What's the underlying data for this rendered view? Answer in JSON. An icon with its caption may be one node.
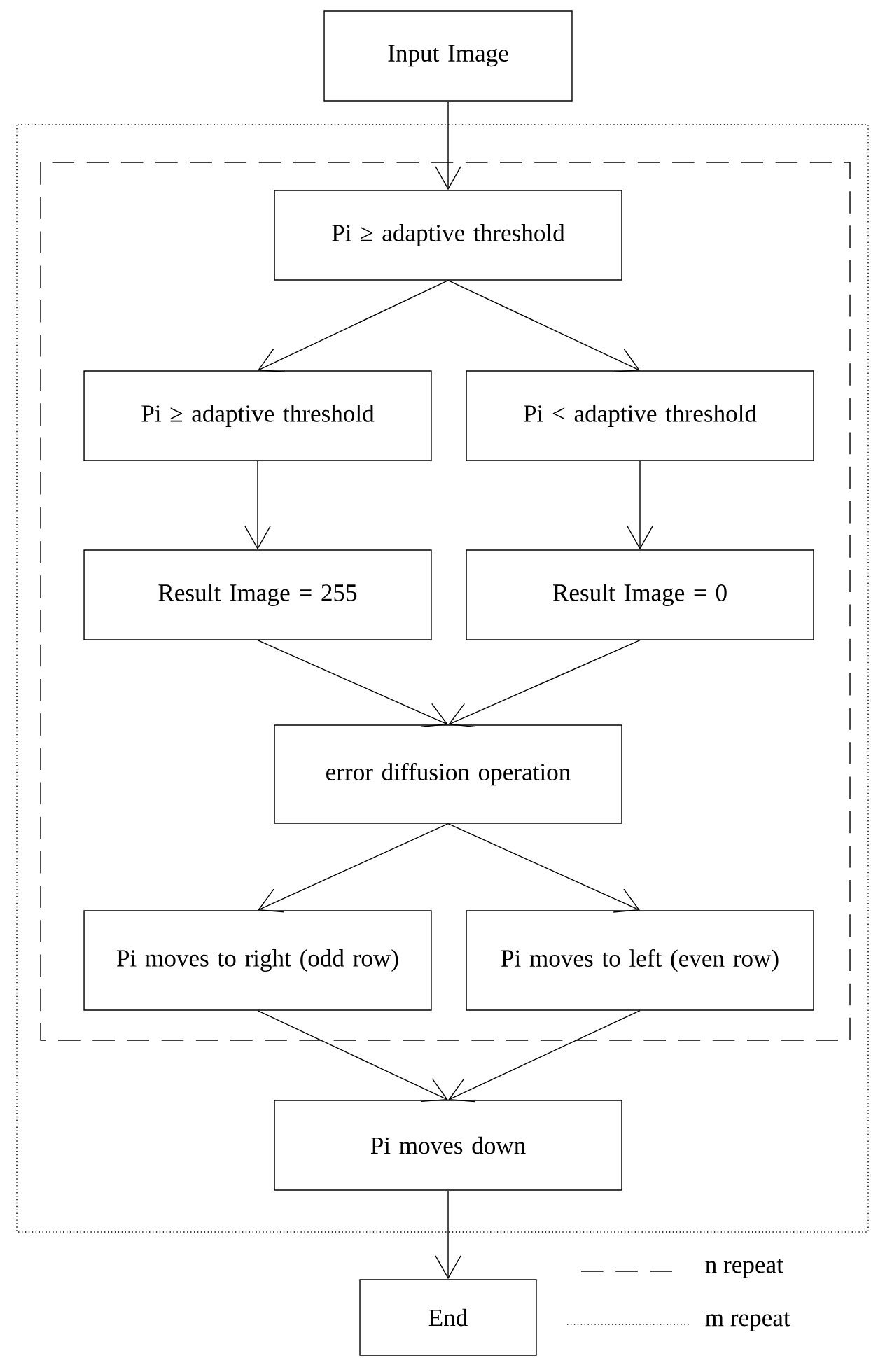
{
  "diagram": {
    "nodes": [
      {
        "text": [
          "Input Image"
        ]
      },
      {
        "text": [
          "Pi ≥ adaptive threshold"
        ]
      },
      {
        "text": [
          "Pi ≥ adaptive threshold"
        ]
      },
      {
        "text": [
          "Pi < adaptive threshold"
        ]
      },
      {
        "text": [
          "Result Image = 255"
        ]
      },
      {
        "text": [
          "Result Image = 0"
        ]
      },
      {
        "text": [
          "error diffusion operation"
        ]
      },
      {
        "text": [
          "Pi moves to right (odd row)"
        ]
      },
      {
        "text": [
          "Pi moves to left (even row)"
        ]
      },
      {
        "text": [
          "Pi moves down"
        ]
      },
      {
        "text": [
          "End"
        ]
      }
    ],
    "edges": [
      {
        "from": 0,
        "to": 1,
        "arrow": "to"
      },
      {
        "from": 1,
        "to": 2,
        "arrow": "to"
      },
      {
        "from": 1,
        "to": 3,
        "arrow": "to"
      },
      {
        "from": 2,
        "to": 4,
        "arrow": "to"
      },
      {
        "from": 3,
        "to": 5,
        "arrow": "to"
      },
      {
        "from": 4,
        "to": 6,
        "arrow": "to"
      },
      {
        "from": 5,
        "to": 6,
        "arrow": "to"
      },
      {
        "from": 6,
        "to": 7,
        "arrow": "to"
      },
      {
        "from": 6,
        "to": 8,
        "arrow": "to"
      },
      {
        "from": 7,
        "to": 9,
        "arrow": "to"
      },
      {
        "from": 8,
        "to": 9,
        "arrow": "to"
      },
      {
        "from": 9,
        "to": 10,
        "arrow": "to"
      }
    ],
    "legend": [
      {
        "text": "n repeat"
      },
      {
        "text": "m repeat"
      }
    ]
  }
}
